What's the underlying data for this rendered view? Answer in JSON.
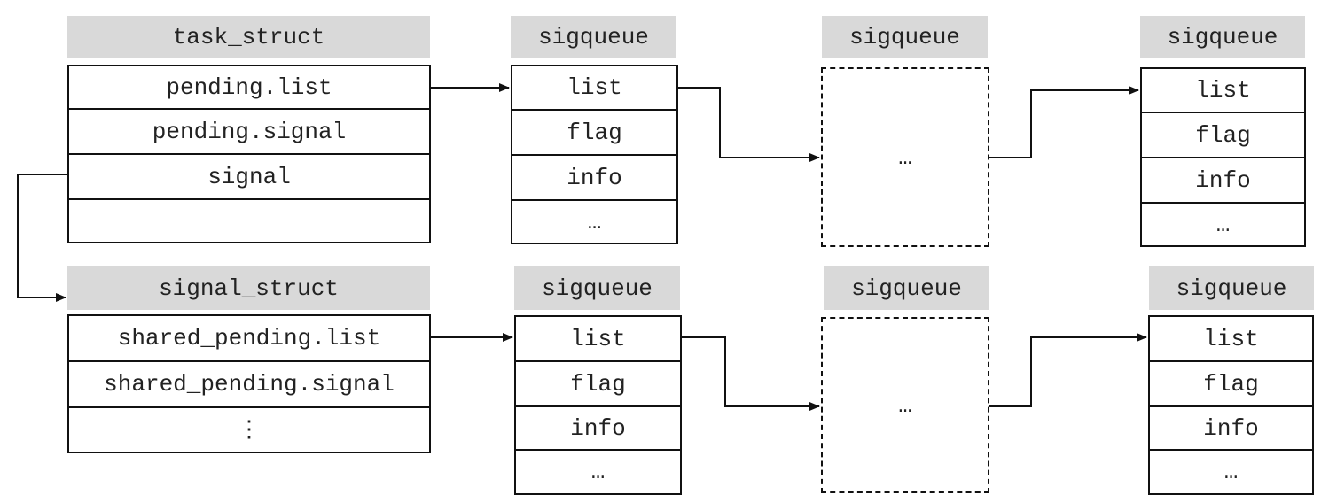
{
  "task_struct": {
    "title": "task_struct",
    "fields": [
      "pending.list",
      "pending.signal",
      "signal",
      ""
    ]
  },
  "signal_struct": {
    "title": "signal_struct",
    "fields": [
      "shared_pending.list",
      "shared_pending.signal",
      "⋮"
    ]
  },
  "queue_title": "sigqueue",
  "queue_fields": [
    "list",
    "flag",
    "info",
    "…"
  ],
  "ellipsis": "…"
}
